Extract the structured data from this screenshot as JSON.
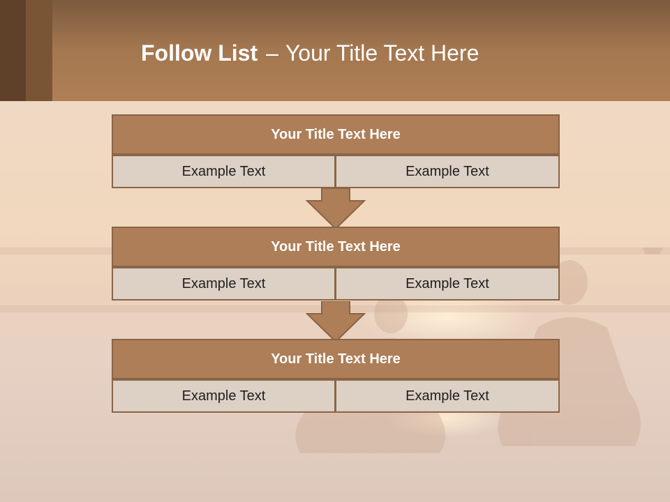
{
  "slide": {
    "title_bold": "Follow List",
    "title_dash": "–",
    "title_rest": "Your Title Text Here"
  },
  "steps": [
    {
      "title": "Your Title Text Here",
      "left": "Example Text",
      "right": "Example Text"
    },
    {
      "title": "Your Title Text Here",
      "left": "Example Text",
      "right": "Example Text"
    },
    {
      "title": "Your Title Text Here",
      "left": "Example Text",
      "right": "Example Text"
    }
  ],
  "colors": {
    "header": "#a3774f",
    "box_title": "#ad7e57",
    "box_cell": "#ddd0c5",
    "border": "#8a6446"
  },
  "icons": [
    "down-arrow-icon"
  ]
}
